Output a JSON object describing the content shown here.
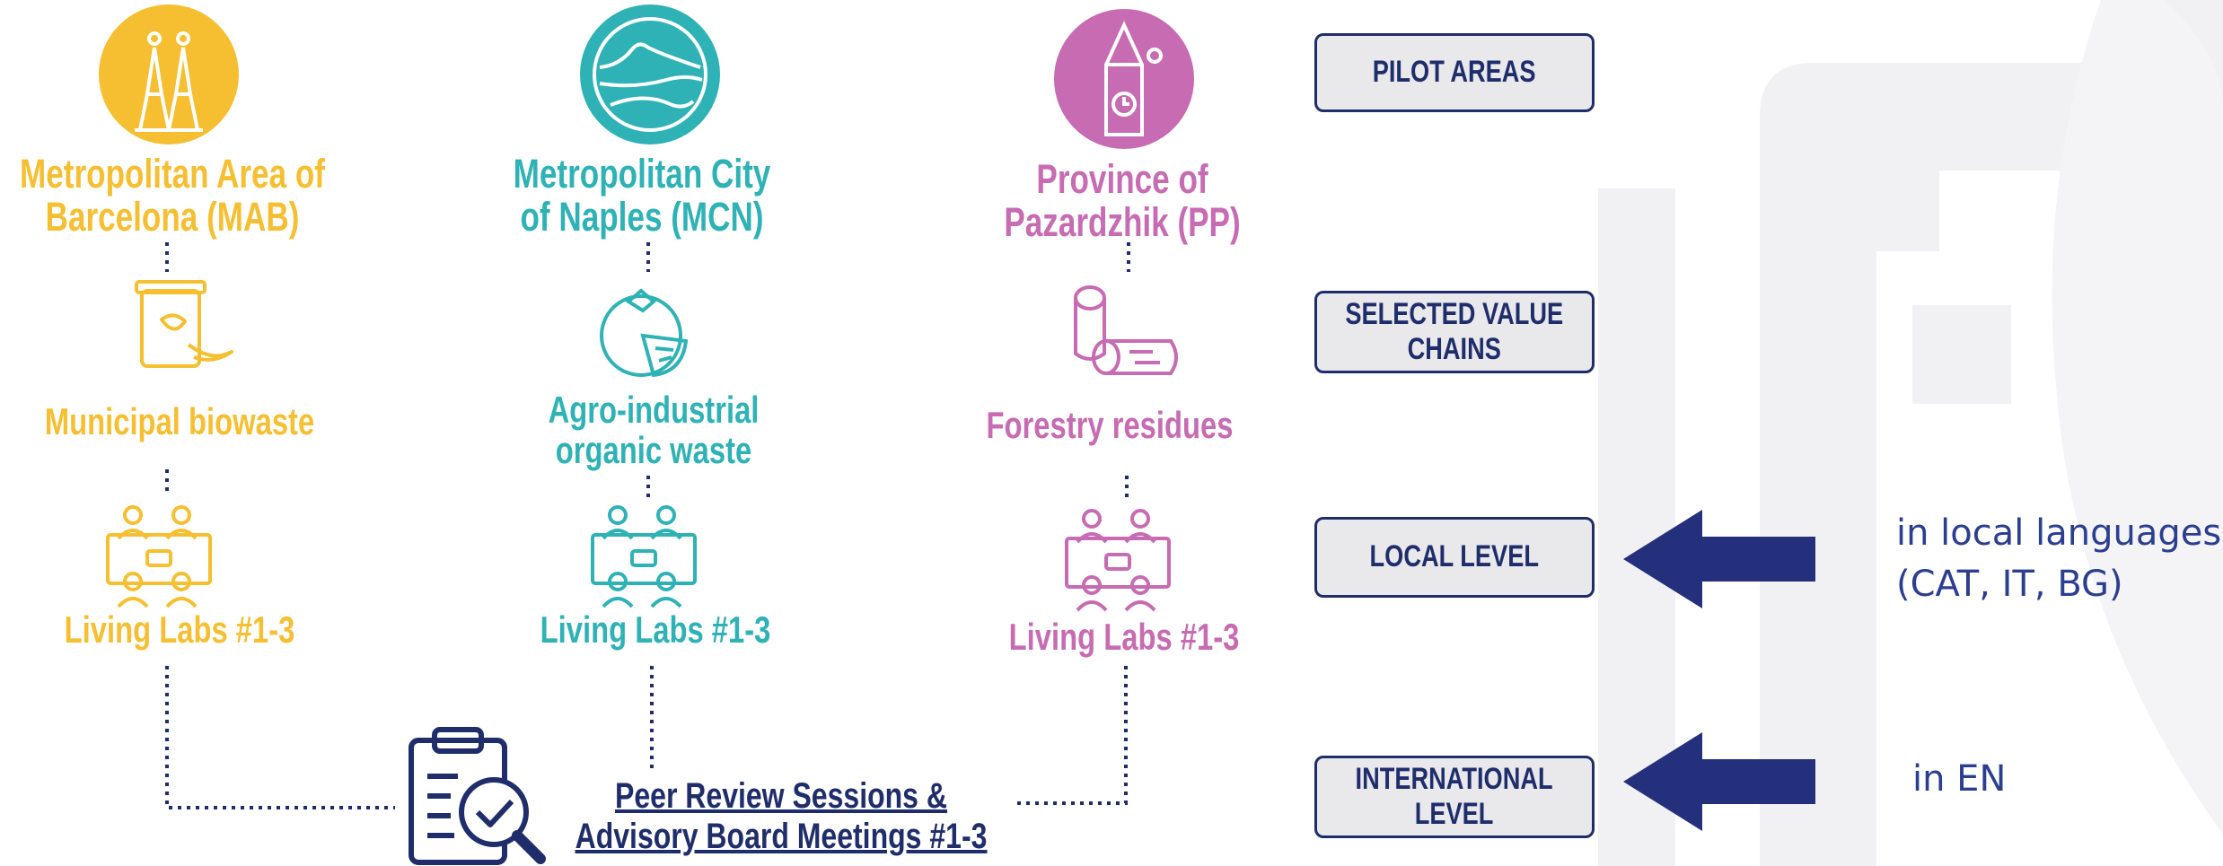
{
  "columns": [
    {
      "id": "mab",
      "title_line1": "Metropolitan Area of",
      "title_line2": "Barcelona (MAB)",
      "value_chain": "Municipal biowaste",
      "living_labs": "Living Labs #1-3",
      "color": "#f6bf32",
      "pilot_icon": "barcelona-towers-icon",
      "value_chain_icon": "biowaste-bin-icon",
      "living_lab_icon": "meeting-people-icon"
    },
    {
      "id": "mcn",
      "title_line1": "Metropolitan City",
      "title_line2": "of Naples (MCN)",
      "value_chain_line1": "Agro-industrial",
      "value_chain_line2": "organic waste",
      "living_labs": "Living Labs #1-3",
      "color": "#2fb2b6",
      "pilot_icon": "vesuvius-bay-icon",
      "value_chain_icon": "tomato-icon",
      "living_lab_icon": "meeting-people-icon"
    },
    {
      "id": "pp",
      "title_line1": "Province of",
      "title_line2": "Pazardzhik (PP)",
      "value_chain": "Forestry residues",
      "living_labs": "Living Labs #1-3",
      "color": "#c76bb2",
      "pilot_icon": "clock-tower-icon",
      "value_chain_icon": "logs-icon",
      "living_lab_icon": "meeting-people-icon"
    }
  ],
  "peer_review": {
    "line1": "Peer Review Sessions &",
    "line2": "Advisory Board Meetings #1-3",
    "icon": "clipboard-check-icon"
  },
  "levels": {
    "pilot_areas": "PILOT AREAS",
    "value_chains_line1": "SELECTED VALUE",
    "value_chains_line2": "CHAINS",
    "local_level": "LOCAL LEVEL",
    "international_line1": "INTERNATIONAL",
    "international_line2": "LEVEL"
  },
  "notes": {
    "local_line1": "in local languages",
    "local_line2": "(CAT, IT, BG)",
    "international": "in EN"
  },
  "colors": {
    "navy": "#1f2d6b",
    "arrow": "#24307c",
    "note_text": "#2b3e8f",
    "box_fill": "#e9e9ec",
    "watermark": "#f1f1f3"
  }
}
